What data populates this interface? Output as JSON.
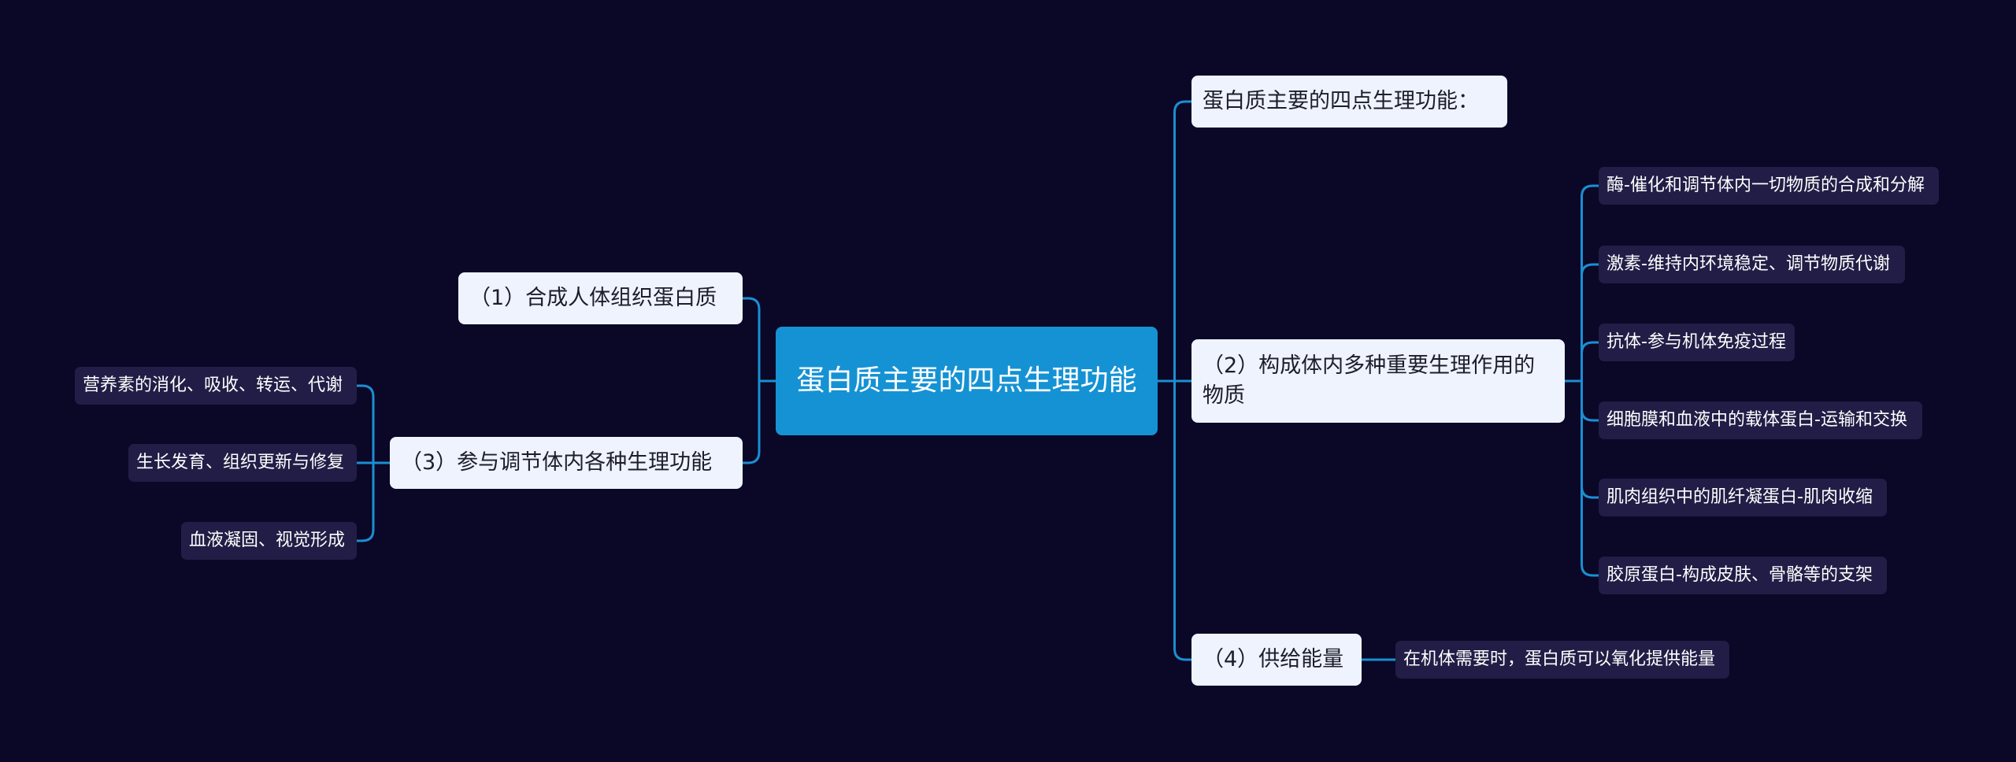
{
  "root": "蛋白质主要的四点生理功能",
  "right": [
    {
      "id": "r0",
      "label": "蛋白质主要的四点生理功能：",
      "children": []
    },
    {
      "id": "r1",
      "label": "（2）构成体内多种重要生理作用的物质",
      "children": [
        "酶-催化和调节体内一切物质的合成和分解",
        "激素-维持内环境稳定、调节物质代谢",
        "抗体-参与机体免疫过程",
        "细胞膜和血液中的载体蛋白-运输和交换",
        "肌肉组织中的肌纤凝蛋白-肌肉收缩",
        "胶原蛋白-构成皮肤、骨骼等的支架"
      ]
    },
    {
      "id": "r2",
      "label": "（4）供给能量",
      "children": [
        "在机体需要时，蛋白质可以氧化提供能量"
      ]
    }
  ],
  "left": [
    {
      "id": "l0",
      "label": "（1）合成人体组织蛋白质",
      "children": []
    },
    {
      "id": "l1",
      "label": "（3）参与调节体内各种生理功能",
      "children": [
        "营养素的消化、吸收、转运、代谢",
        "生长发育、组织更新与修复",
        "血液凝固、视觉形成"
      ]
    }
  ],
  "colors": {
    "background": "#0b0727",
    "root": "#1592d4",
    "branch": "#eef3fd",
    "leaf": "#221d46",
    "edge": "#1a8fd2"
  }
}
